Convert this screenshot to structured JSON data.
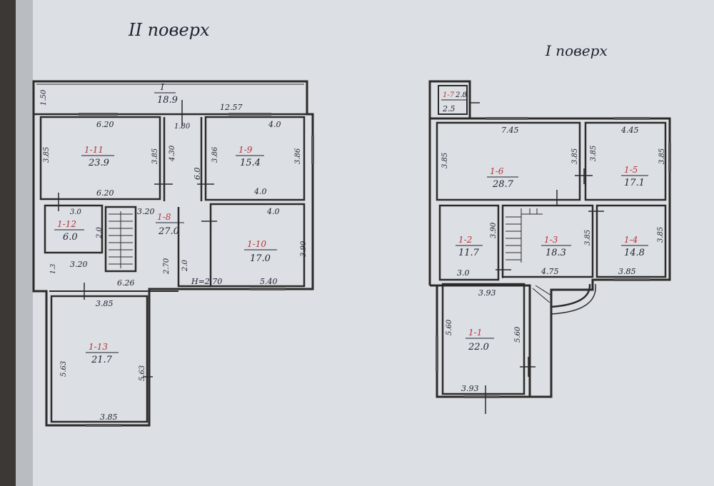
{
  "floor2": {
    "title": "II поверх",
    "strip": {
      "label": "I",
      "area": "18.9"
    },
    "dims": {
      "d150": "1.50",
      "d1257": "12.57",
      "d180": "1.80",
      "d620a": "6.20",
      "d385a": "3.85",
      "d430": "4.30",
      "d60": "6.0",
      "d620b": "6.20",
      "d40a": "4.0",
      "d386a": "3.86",
      "d386b": "3.86",
      "d40b": "4.0",
      "d30": "3.0",
      "d20a": "2.0",
      "d320a": "3.20",
      "d320b": "3.20",
      "d13": "1.3",
      "d270": "2.70",
      "d20b": "2.0",
      "d626": "6.26",
      "d40c": "4.0",
      "d390": "3.90",
      "dh": "H=2.70",
      "d540": "5.40",
      "d385b": "3.85",
      "d563a": "5.63",
      "d563b": "5.63",
      "d385c": "3.85"
    },
    "rooms": [
      {
        "id": "1-11",
        "area": "23.9"
      },
      {
        "id": "1-9",
        "area": "15.4"
      },
      {
        "id": "1-12",
        "area": "6.0"
      },
      {
        "id": "1-8",
        "area": "27.0"
      },
      {
        "id": "1-10",
        "area": "17.0"
      },
      {
        "id": "1-13",
        "area": "21.7"
      }
    ]
  },
  "floor1": {
    "title": "I поверх",
    "dims": {
      "d745": "7.45",
      "d445": "4.45",
      "d385a": "3.85",
      "d385b": "3.85",
      "d385c": "3.85",
      "d385d": "3.85",
      "d390": "3.90",
      "d385e": "3.85",
      "d385f": "3.85",
      "d30": "3.0",
      "d475": "4.75",
      "d385g": "3.85",
      "d393a": "3.93",
      "d560a": "5.60",
      "d560b": "5.60",
      "d393b": "3.93",
      "d25": "2.5"
    },
    "rooms": [
      {
        "id": "1-7",
        "area": "2.8"
      },
      {
        "id": "1-6",
        "area": "28.7"
      },
      {
        "id": "1-5",
        "area": "17.1"
      },
      {
        "id": "1-2",
        "area": "11.7"
      },
      {
        "id": "1-3",
        "area": "18.3"
      },
      {
        "id": "1-4",
        "area": "14.8"
      },
      {
        "id": "1-1",
        "area": "22.0"
      }
    ]
  },
  "colors": {
    "paper": "#dcdfe3",
    "ink": "#2b2b2b",
    "pen": "#1f2230",
    "red": "#b8343c"
  }
}
